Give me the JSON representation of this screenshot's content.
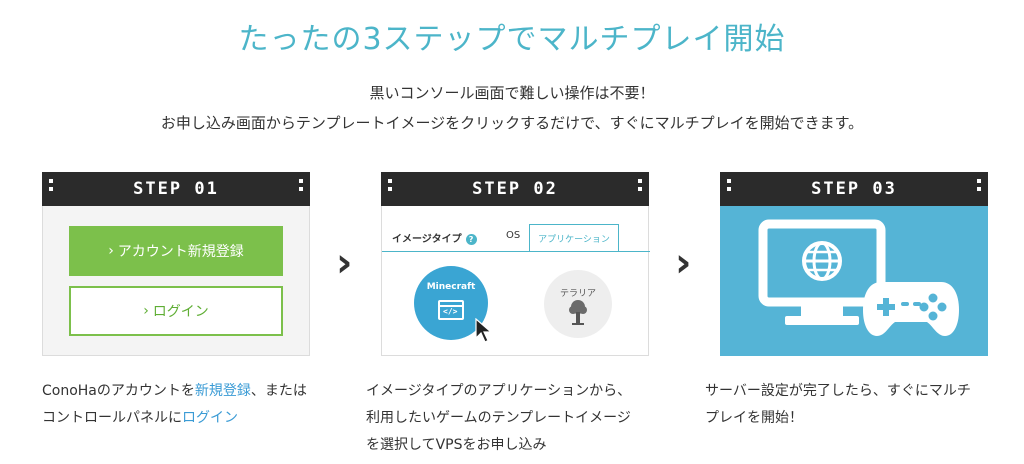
{
  "title": "たったの3ステップでマルチプレイ開始",
  "subtitle_line1": "黒いコンソール画面で難しい操作は不要！",
  "subtitle_line2": "お申し込み画面からテンプレートイメージをクリックするだけで、すぐにマルチプレイを開始できます。",
  "steps": [
    {
      "label": "STEP 01",
      "signup_button": "アカウント新規登録",
      "login_button": "ログイン",
      "desc_a": "ConoHaのアカウントを",
      "desc_link1": "新規登録",
      "desc_b": "、または",
      "desc_c": "コントロールパネルに",
      "desc_link2": "ログイン"
    },
    {
      "label": "STEP 02",
      "tab_image_type": "イメージタイプ",
      "tab_os": "OS",
      "tab_app": "アプリケーション",
      "app_minecraft": "Minecraft",
      "app_terraria": "テラリア",
      "desc_line1": "イメージタイプのアプリケーションから、",
      "desc_line2": "利用したいゲームのテンプレートイメージ",
      "desc_line3": "を選択してVPSをお申し込み"
    },
    {
      "label": "STEP 03",
      "desc_line1": "サーバー設定が完了したら、すぐにマルチ",
      "desc_line2": "プレイを開始！"
    }
  ],
  "chevron": "›",
  "colors": {
    "title": "#4cb5c9",
    "green": "#7cc04b",
    "link": "#3a9bd5",
    "step3_bg": "#55b4d6",
    "header_bg": "#2b2b2b"
  },
  "icons": [
    "chevron-right-icon",
    "help-icon",
    "window-code-icon",
    "cursor-icon",
    "tree-icon",
    "monitor-globe-icon",
    "gamepad-icon"
  ]
}
